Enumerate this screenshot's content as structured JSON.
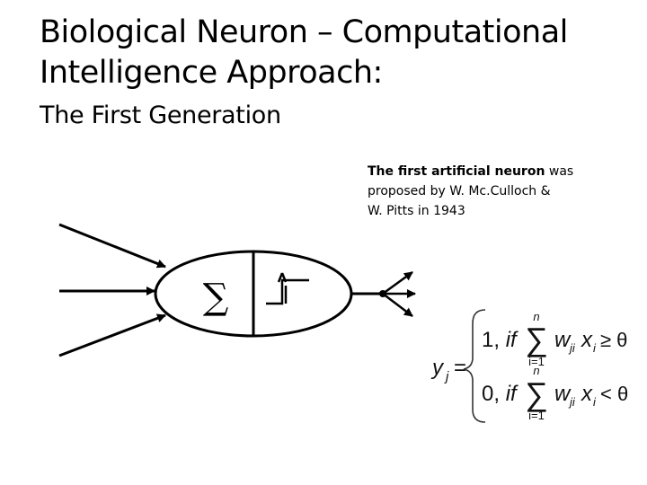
{
  "slide": {
    "title_line1": "Biological Neuron – Computational",
    "title_line2": "Intelligence Approach:",
    "subtitle": "The First Generation",
    "caption_bold": "The first artificial neuron",
    "caption_rest_line1": " was",
    "caption_line2": "proposed by W. Mc.Culloch &",
    "caption_line3": "W. Pitts in 1943"
  },
  "diagram": {
    "sum_symbol": "∑"
  },
  "equation": {
    "lhs": "y",
    "lhs_sub": "j",
    "equals": "=",
    "case1_value": "1, ",
    "case1_if": "if",
    "case1_rel": "≥ θ",
    "case2_value": "0, ",
    "case2_if": "if",
    "case2_rel": "< θ",
    "sum_top": "n",
    "sum_bottom": "i=1",
    "w": "w",
    "w_sub": "ji",
    "x": "x",
    "x_sub": "i",
    "sigma": "∑"
  }
}
